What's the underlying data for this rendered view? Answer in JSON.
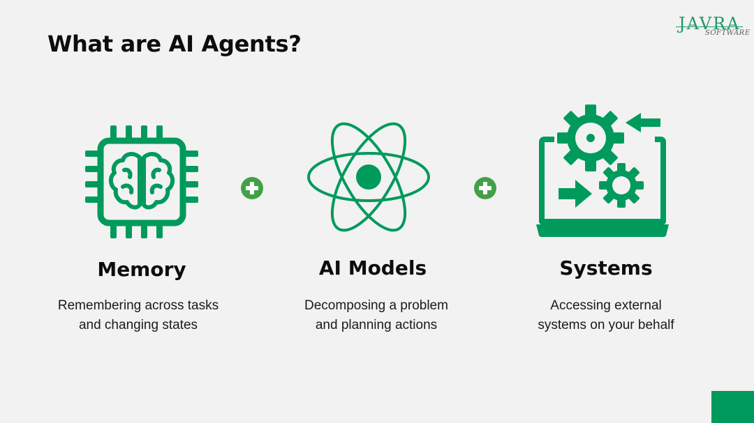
{
  "slide": {
    "title": "What are AI Agents?",
    "logo": {
      "name": "JAVRA",
      "tagline": "SOFTWARE"
    },
    "colors": {
      "accent": "#009a5c",
      "plus": "#43a047",
      "background": "#f2f2f2"
    },
    "columns": [
      {
        "icon": "brain-chip-icon",
        "title": "Memory",
        "description_line1": "Remembering across tasks",
        "description_line2": "and changing states"
      },
      {
        "icon": "atom-icon",
        "title": "AI Models",
        "description_line1": "Decomposing a problem",
        "description_line2": "and planning actions"
      },
      {
        "icon": "laptop-gears-icon",
        "title": "Systems",
        "description_line1": "Accessing external",
        "description_line2": "systems on your behalf"
      }
    ],
    "separators": [
      "plus-icon",
      "plus-icon"
    ]
  }
}
